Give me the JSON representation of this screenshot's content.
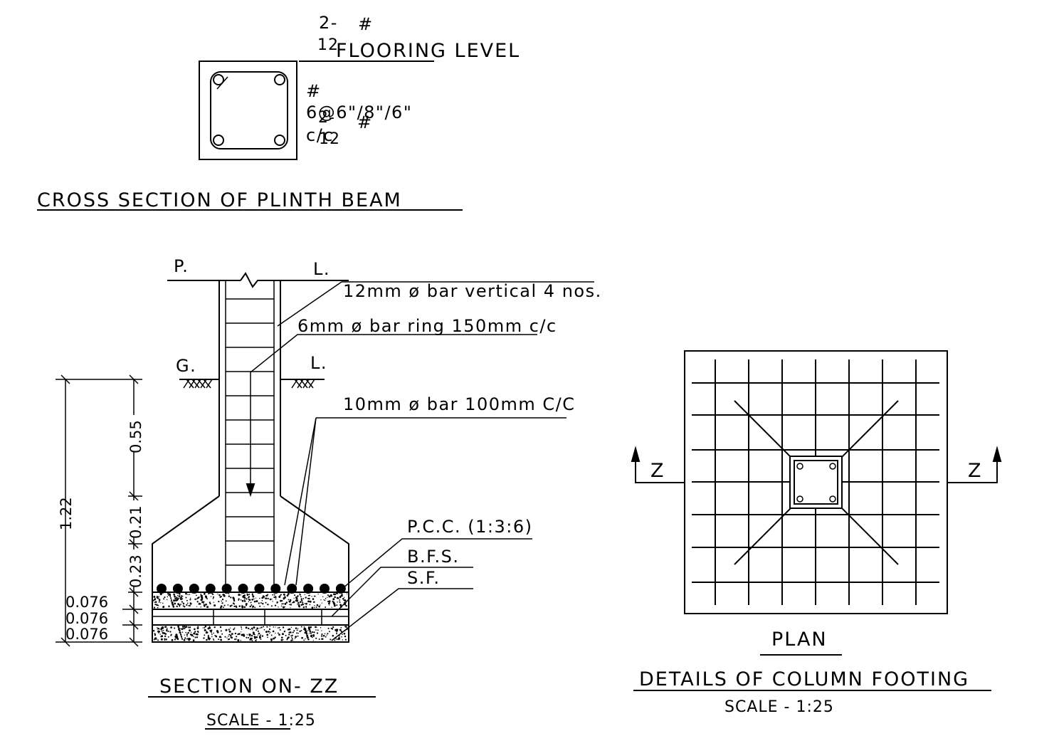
{
  "plinth_beam": {
    "top_bars_count": "2-",
    "top_bars_hash": "#",
    "top_bars_dia": "12",
    "flooring_level": "FLOORING LEVEL",
    "stirrup_hash": "#",
    "stirrup_spec": "6@6\"/8\"/6\"",
    "stirrup_cc": "c/c",
    "bottom_bars_count": "2-",
    "bottom_bars_hash": "#",
    "bottom_bars_dia": "12",
    "title": "CROSS SECTION OF PLINTH BEAM"
  },
  "section": {
    "pl_left": "P.",
    "pl_right": "L.",
    "gl_left": "G.",
    "gl_right": "L.",
    "callout_vertical": "12mm ø bar vertical 4 nos.",
    "callout_ring": "6mm ø bar ring 150mm c/c",
    "callout_mesh": "10mm ø bar 100mm C/C",
    "callout_pcc": "P.C.C. (1:3:6)",
    "callout_bfs": "B.F.S.",
    "callout_sf": "S.F.",
    "dim_total": "1.22",
    "dim_055": "0.55",
    "dim_021": "0.21",
    "dim_023": "0.23",
    "dim_pcc": "0.076",
    "dim_bfs": "0.076",
    "dim_sf": "0.076",
    "title": "SECTION ON- ZZ",
    "scale": "SCALE  -  1:25"
  },
  "plan": {
    "z_left": "Z",
    "z_right": "Z",
    "title": "PLAN",
    "subtitle": "DETAILS OF COLUMN FOOTING",
    "scale": "SCALE  -  1:25"
  }
}
